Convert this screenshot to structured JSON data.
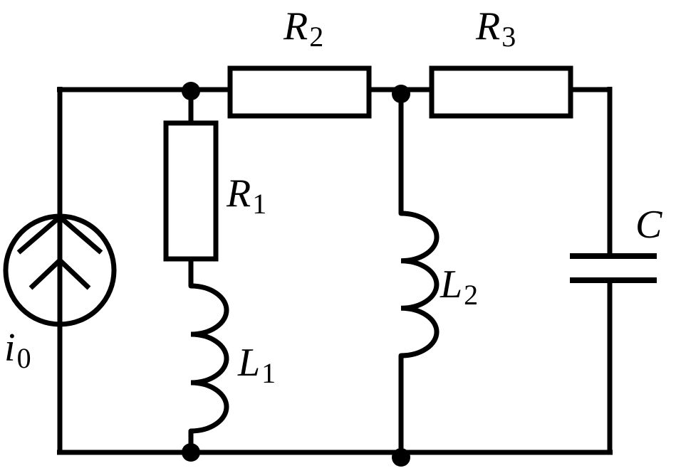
{
  "diagram": {
    "colors": {
      "ink": "#000000",
      "background": "#ffffff"
    },
    "labels": {
      "r1": {
        "main": "R",
        "sub": "1"
      },
      "r2": {
        "main": "R",
        "sub": "2"
      },
      "r3": {
        "main": "R",
        "sub": "3"
      },
      "l1": {
        "main": "L",
        "sub": "1"
      },
      "l2": {
        "main": "L",
        "sub": "2"
      },
      "c": {
        "main": "C"
      },
      "i0": {
        "main": "i",
        "sub": "0"
      }
    }
  }
}
